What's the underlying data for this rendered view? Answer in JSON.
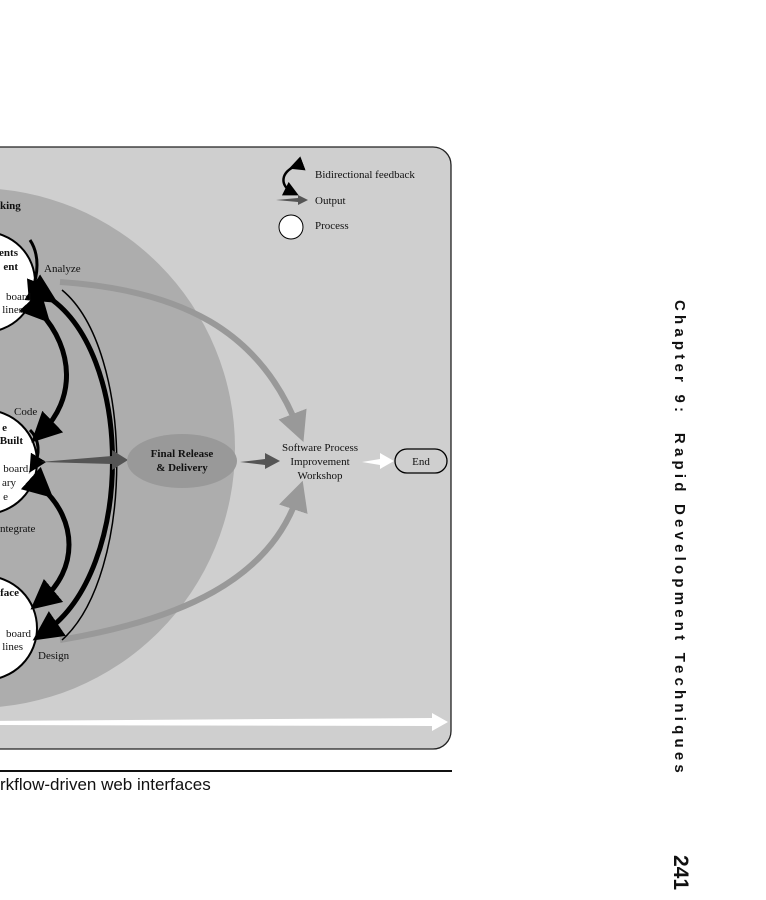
{
  "diagram": {
    "legend": {
      "bidirectional_feedback": "Bidirectional feedback",
      "output": "Output",
      "process": "Process"
    },
    "region_label": "king",
    "processes": {
      "top": {
        "title1": "ents",
        "title2": "ent",
        "sub1": "board",
        "sub2": "lines"
      },
      "middle": {
        "title1": "e",
        "title2": "Built",
        "sub1": "board,",
        "sub2": "ary",
        "sub3": "e"
      },
      "bottom": {
        "title1": "face",
        "sub1": "board",
        "sub2": "lines"
      }
    },
    "activities": {
      "analyze": "Analyze",
      "code": "Code",
      "integrate": "ntegrate",
      "design": "Design"
    },
    "final_release": {
      "line1": "Final Release",
      "line2": "& Delivery"
    },
    "workshop": {
      "line1": "Software Process",
      "line2": "Improvement",
      "line3": "Workshop"
    },
    "end": "End"
  },
  "caption": "rkflow-driven web interfaces",
  "running_header": "Chapter 9:  Rapid Development Techniques",
  "page_number": "241"
}
